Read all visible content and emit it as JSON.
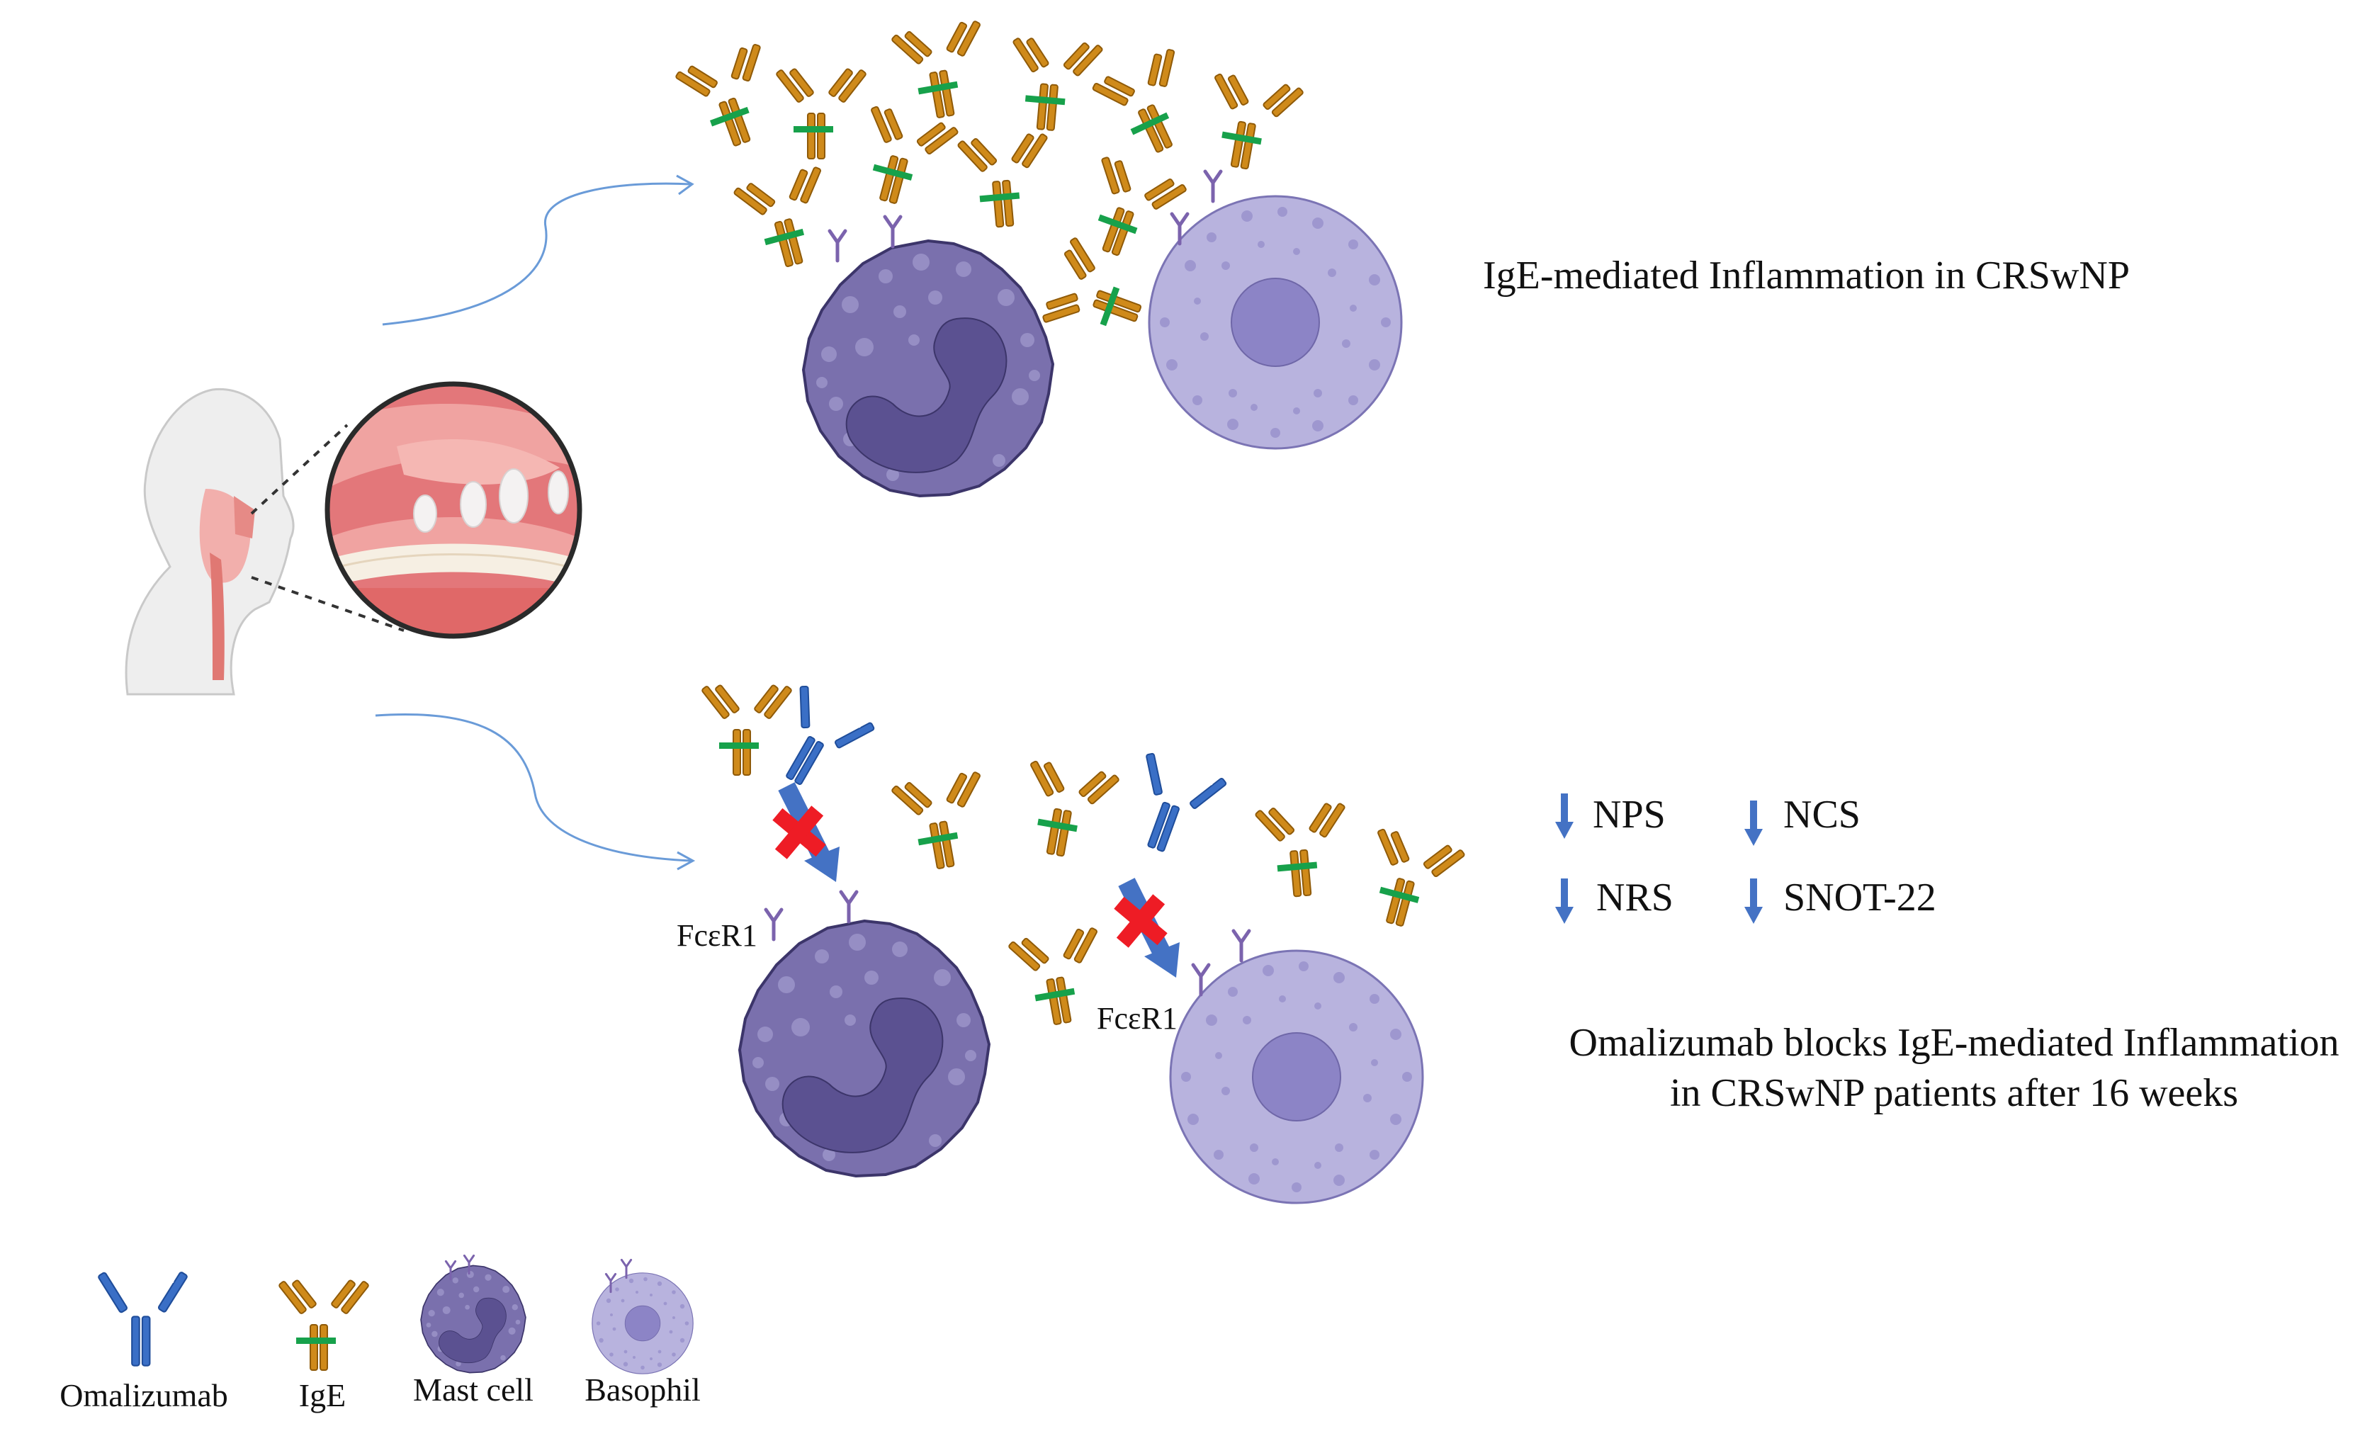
{
  "top_panel": {
    "title": "IgE-mediated  Inflammation  in  CRSwNP"
  },
  "bottom_panel": {
    "title_line1": "Omalizumab blocks IgE-mediated Inflammation",
    "title_line2": "in CRSwNP patients after 16 weeks",
    "receptor_label": "FcεR1",
    "outcomes": [
      "NPS",
      "NCS",
      "NRS",
      "SNOT-22"
    ]
  },
  "legend": {
    "omalizumab": "Omalizumab",
    "ige": "IgE",
    "mast_cell": "Mast cell",
    "basophil": "Basophil"
  },
  "colors": {
    "ige_gold": "#cf8a1a",
    "ige_band": "#17a14b",
    "omalizumab_blue": "#3a6fc6",
    "mast_cell": "#7a70ad",
    "basophil": "#b8b3de",
    "block_cross": "#ee1c25",
    "arrow_blue": "#4472c4"
  }
}
